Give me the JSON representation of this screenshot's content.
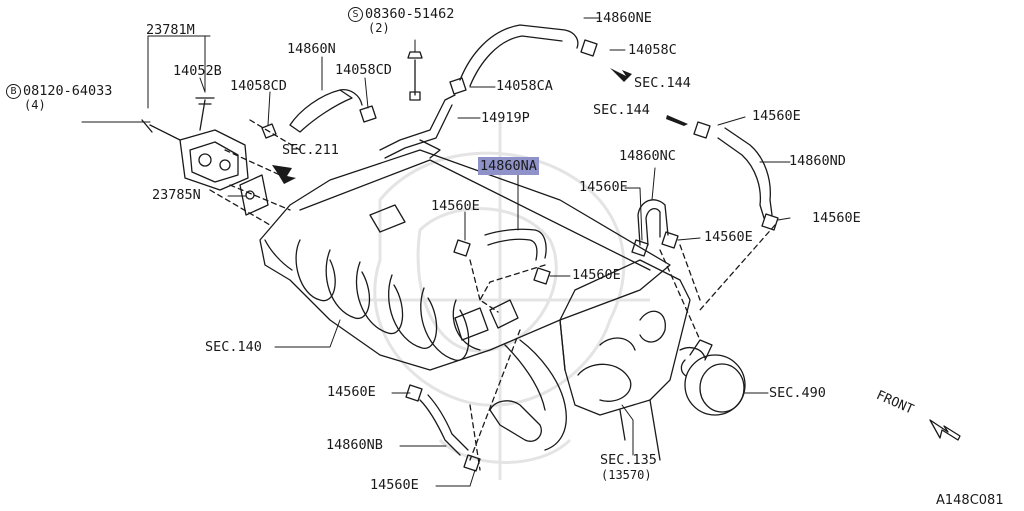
{
  "diagram": {
    "reference_code": "A148C081",
    "front_label": "FRONT",
    "colors": {
      "line": "#1a1a1a",
      "highlight": "#8f92c8",
      "watermark": "#e6e6e6"
    },
    "watermark_icon": "emblem-watermark-icon",
    "parts": {
      "p23781M": "23781M",
      "p14052B": "14052B",
      "p08120_symbol": "B",
      "p08120": "08120-64033",
      "p08120_qty": "(4)",
      "p14058CD_a": "14058CD",
      "p14860N": "14860N",
      "p14058CD_b": "14058CD",
      "p08360_symbol": "S",
      "p08360": "08360-51462",
      "p08360_qty": "(2)",
      "p14860NE": "14860NE",
      "p14058C": "14058C",
      "p14058CA": "14058CA",
      "p14919P": "14919P",
      "sec144_a": "SEC.144",
      "sec144_b": "SEC.144",
      "p14560E_top": "14560E",
      "p14860ND": "14860ND",
      "p14860NC": "14860NC",
      "p14860NA": "14860NA",
      "sec211": "SEC.211",
      "p23785N": "23785N",
      "p14560E_mid": "14560E",
      "p14560E_nc": "14560E",
      "p14560E_right": "14560E",
      "p14560E_center": "14560E",
      "p14560E_rightmid": "14560E",
      "sec140": "SEC.140",
      "p14560E_lower": "14560E",
      "p14860NB": "14860NB",
      "p14560E_bottom": "14560E",
      "sec135": "SEC.135",
      "sec135_sub": "(13570)",
      "sec490": "SEC.490"
    }
  }
}
